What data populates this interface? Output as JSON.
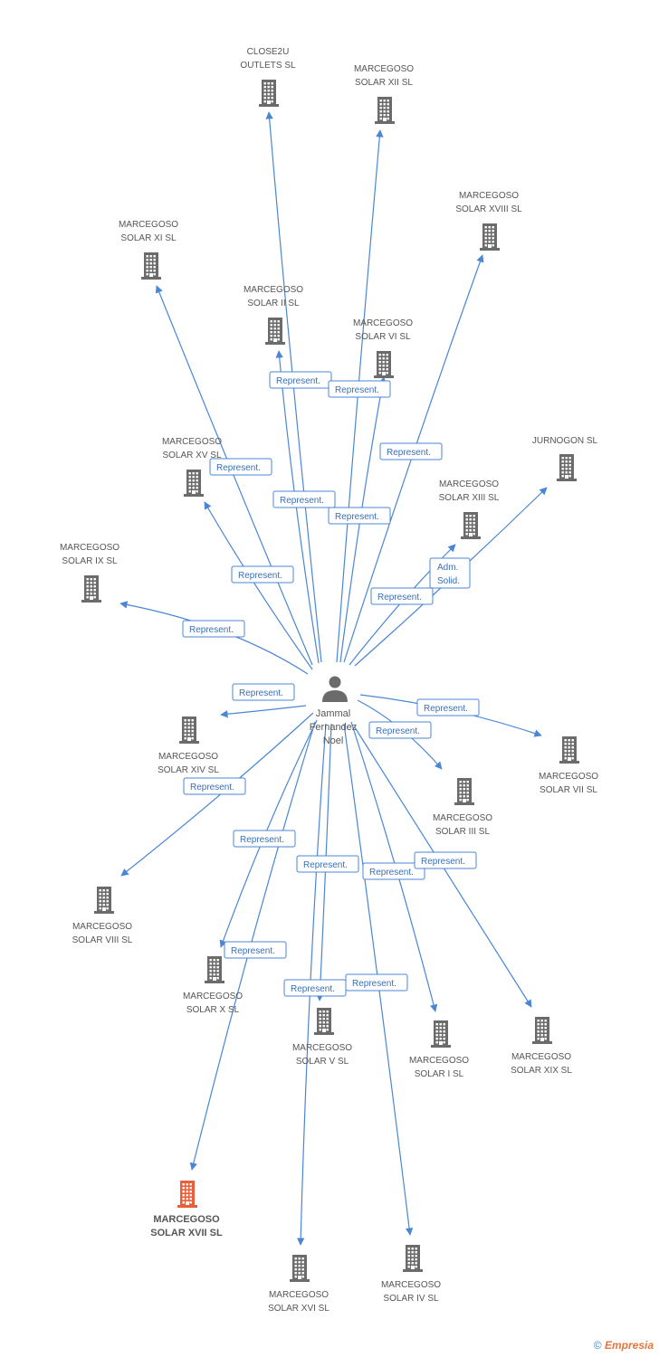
{
  "colors": {
    "link": "#4a86d4",
    "building": "#6b6b6b",
    "highlight": "#e8603a"
  },
  "person": {
    "name_lines": [
      "Jammal",
      "Fernandez",
      "Noel"
    ],
    "icon": "person-icon"
  },
  "companies": [
    {
      "id": "close2u",
      "lines": [
        "CLOSE2U",
        "OUTLETS SL"
      ]
    },
    {
      "id": "xii",
      "lines": [
        "MARCEGOSO",
        "SOLAR XII SL"
      ]
    },
    {
      "id": "xviii",
      "lines": [
        "MARCEGOSO",
        "SOLAR XVIII SL"
      ]
    },
    {
      "id": "xi",
      "lines": [
        "MARCEGOSO",
        "SOLAR XI SL"
      ]
    },
    {
      "id": "ii",
      "lines": [
        "MARCEGOSO",
        "SOLAR II SL"
      ]
    },
    {
      "id": "vi",
      "lines": [
        "MARCEGOSO",
        "SOLAR VI SL"
      ]
    },
    {
      "id": "jurnogon",
      "lines": [
        "JURNOGON  SL"
      ]
    },
    {
      "id": "xv",
      "lines": [
        "MARCEGOSO",
        "SOLAR XV SL"
      ]
    },
    {
      "id": "xiii",
      "lines": [
        "MARCEGOSO",
        "SOLAR XIII SL"
      ]
    },
    {
      "id": "ix",
      "lines": [
        "MARCEGOSO",
        "SOLAR IX SL"
      ]
    },
    {
      "id": "xiv",
      "lines": [
        "MARCEGOSO",
        "SOLAR XIV SL"
      ]
    },
    {
      "id": "vii",
      "lines": [
        "MARCEGOSO",
        "SOLAR VII SL"
      ]
    },
    {
      "id": "iii",
      "lines": [
        "MARCEGOSO",
        "SOLAR III SL"
      ]
    },
    {
      "id": "viii",
      "lines": [
        "MARCEGOSO",
        "SOLAR VIII SL"
      ]
    },
    {
      "id": "x",
      "lines": [
        "MARCEGOSO",
        "SOLAR X SL"
      ]
    },
    {
      "id": "v",
      "lines": [
        "MARCEGOSO",
        "SOLAR V SL"
      ]
    },
    {
      "id": "i",
      "lines": [
        "MARCEGOSO",
        "SOLAR I SL"
      ]
    },
    {
      "id": "xix",
      "lines": [
        "MARCEGOSO",
        "SOLAR XIX SL"
      ]
    },
    {
      "id": "xvii",
      "lines": [
        "MARCEGOSO",
        "SOLAR XVII SL"
      ],
      "highlight": true
    },
    {
      "id": "xvi",
      "lines": [
        "MARCEGOSO",
        "SOLAR XVI SL"
      ]
    },
    {
      "id": "iv",
      "lines": [
        "MARCEGOSO",
        "SOLAR IV SL"
      ]
    }
  ],
  "relations": [
    {
      "to": "close2u",
      "label_lines": [
        "Represent."
      ]
    },
    {
      "to": "xii",
      "label_lines": [
        "Represent."
      ]
    },
    {
      "to": "xviii",
      "label_lines": [
        "Represent."
      ]
    },
    {
      "to": "xi",
      "label_lines": [
        "Represent."
      ]
    },
    {
      "to": "ii",
      "label_lines": [
        "Represent."
      ]
    },
    {
      "to": "vi",
      "label_lines": [
        "Represent."
      ]
    },
    {
      "to": "jurnogon",
      "label_lines": [
        "Adm.",
        "Solid."
      ]
    },
    {
      "to": "xv",
      "label_lines": [
        "Represent."
      ]
    },
    {
      "to": "xiii",
      "label_lines": [
        "Represent."
      ]
    },
    {
      "to": "ix",
      "label_lines": [
        "Represent."
      ]
    },
    {
      "to": "xiv",
      "label_lines": [
        "Represent."
      ]
    },
    {
      "to": "vii",
      "label_lines": [
        "Represent."
      ]
    },
    {
      "to": "iii",
      "label_lines": [
        "Represent."
      ]
    },
    {
      "to": "viii",
      "label_lines": [
        "Represent."
      ]
    },
    {
      "to": "x",
      "label_lines": [
        "Represent."
      ]
    },
    {
      "to": "v",
      "label_lines": [
        "Represent."
      ]
    },
    {
      "to": "i",
      "label_lines": [
        "Represent."
      ]
    },
    {
      "to": "xix",
      "label_lines": [
        "Represent."
      ]
    },
    {
      "to": "xvii",
      "label_lines": [
        "Represent."
      ]
    },
    {
      "to": "xvi",
      "label_lines": [
        "Represent."
      ]
    },
    {
      "to": "iv",
      "label_lines": [
        "Represent."
      ]
    }
  ],
  "footer": {
    "copyright": "©",
    "brand": "Empresia"
  }
}
